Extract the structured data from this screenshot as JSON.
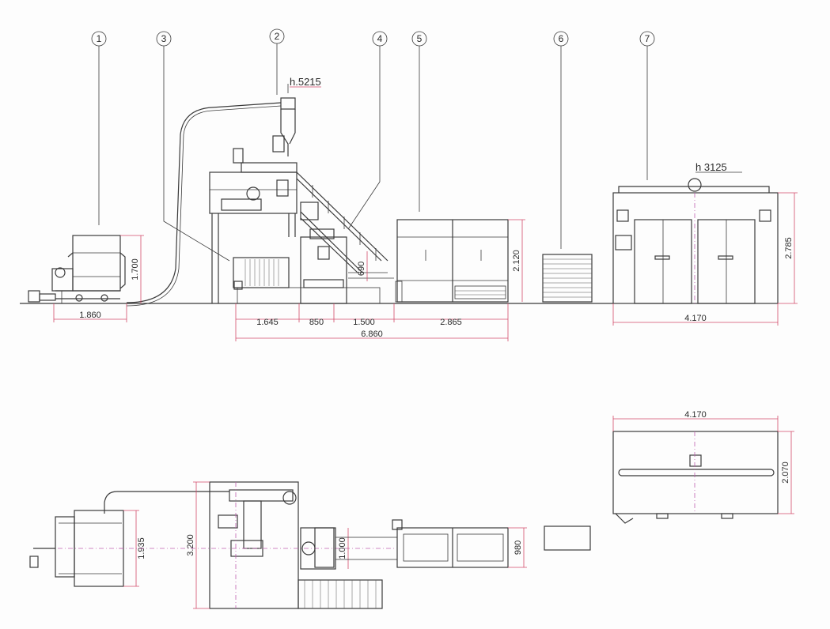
{
  "balloons": [
    "1",
    "2",
    "3",
    "4",
    "5",
    "6",
    "7"
  ],
  "heights": {
    "cyclone": "h.5215",
    "oven": "h 3125"
  },
  "elevation_dims": {
    "d1860": "1.860",
    "d1700": "1.700",
    "d1645": "1.645",
    "d850": "850",
    "d1500": "1.500",
    "d2865": "2.865",
    "d2120": "2.120",
    "d690": "690",
    "d6860": "6.860",
    "d4170": "4.170",
    "d2785": "2.785"
  },
  "plan_dims": {
    "d4170": "4.170",
    "d2070": "2.070",
    "d1935": "1.935",
    "d3200": "3.200",
    "d1000": "1.000",
    "d980": "980"
  }
}
